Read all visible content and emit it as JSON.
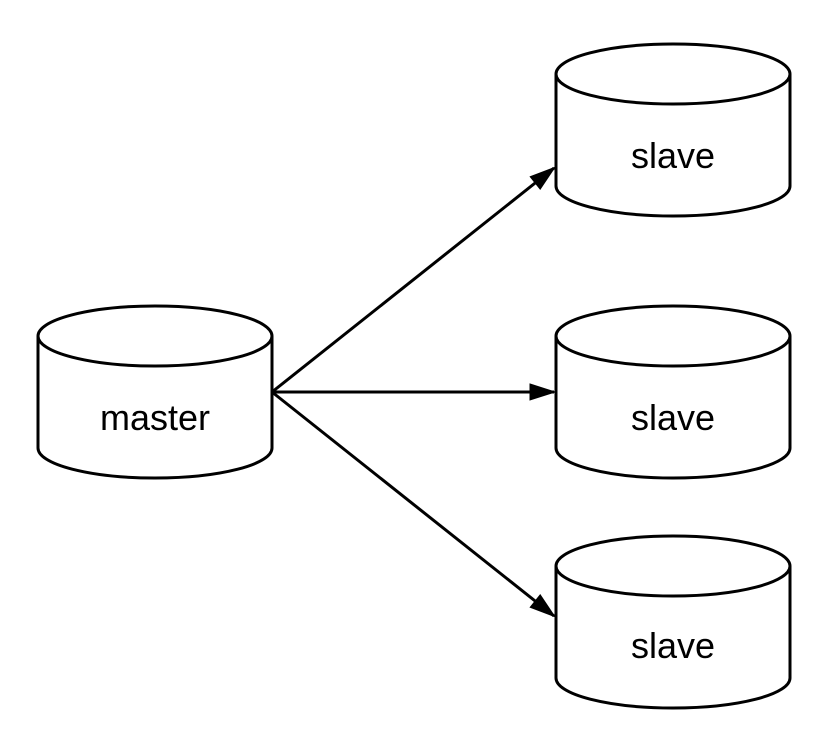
{
  "canvas": {
    "background_color": "#ffffff",
    "node_fill_color": "#ffffff",
    "stroke_color": "#000000",
    "text_color": "#000000"
  },
  "nodes": [
    {
      "id": "master",
      "label": "master",
      "shape": "cylinder"
    },
    {
      "id": "slave-top",
      "label": "slave",
      "shape": "cylinder"
    },
    {
      "id": "slave-middle",
      "label": "slave",
      "shape": "cylinder"
    },
    {
      "id": "slave-bottom",
      "label": "slave",
      "shape": "cylinder"
    }
  ],
  "edges": [
    {
      "from": "master",
      "to": "slave-top",
      "style": "solid",
      "arrowhead": "filled-triangle"
    },
    {
      "from": "master",
      "to": "slave-middle",
      "style": "solid",
      "arrowhead": "filled-triangle"
    },
    {
      "from": "master",
      "to": "slave-bottom",
      "style": "solid",
      "arrowhead": "filled-triangle"
    }
  ]
}
